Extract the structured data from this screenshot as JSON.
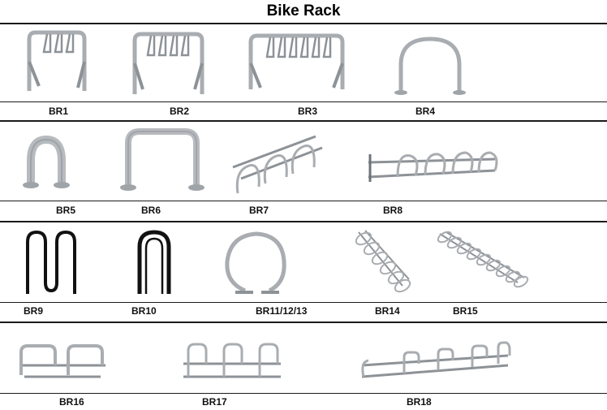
{
  "title": "Bike Rack",
  "products": [
    {
      "id": "br1",
      "label": "BR1",
      "icon": "bike-rack-three-loop-icon"
    },
    {
      "id": "br2",
      "label": "BR2",
      "icon": "bike-rack-four-loop-icon"
    },
    {
      "id": "br3",
      "label": "BR3",
      "icon": "bike-rack-six-loop-icon"
    },
    {
      "id": "br4",
      "label": "BR4",
      "icon": "bike-rack-arch-icon"
    },
    {
      "id": "br5",
      "label": "BR5",
      "icon": "bike-rack-inverted-u-icon"
    },
    {
      "id": "br6",
      "label": "BR6",
      "icon": "bike-rack-square-u-icon"
    },
    {
      "id": "br7",
      "label": "BR7",
      "icon": "bike-rack-three-hoop-icon"
    },
    {
      "id": "br8",
      "label": "BR8",
      "icon": "bike-rack-five-hoop-icon"
    },
    {
      "id": "br9",
      "label": "BR9",
      "icon": "bike-rack-wave-icon"
    },
    {
      "id": "br10",
      "label": "BR10",
      "icon": "bike-rack-black-u-icon"
    },
    {
      "id": "br11",
      "label": "BR11/12/13",
      "icon": "bike-rack-ring-icon"
    },
    {
      "id": "br14",
      "label": "BR14",
      "icon": "bike-rack-spiral-icon"
    },
    {
      "id": "br15",
      "label": "BR15",
      "icon": "bike-rack-long-spiral-icon"
    },
    {
      "id": "br16",
      "label": "BR16",
      "icon": "bike-rack-two-bay-icon"
    },
    {
      "id": "br17",
      "label": "BR17",
      "icon": "bike-rack-three-bay-icon"
    },
    {
      "id": "br18",
      "label": "BR18",
      "icon": "bike-rack-four-bay-icon"
    }
  ],
  "colors": {
    "steel": "#a9adb1",
    "steel_dark": "#6d7378",
    "black_rack": "#111111",
    "rule": "#1a1a1a"
  }
}
